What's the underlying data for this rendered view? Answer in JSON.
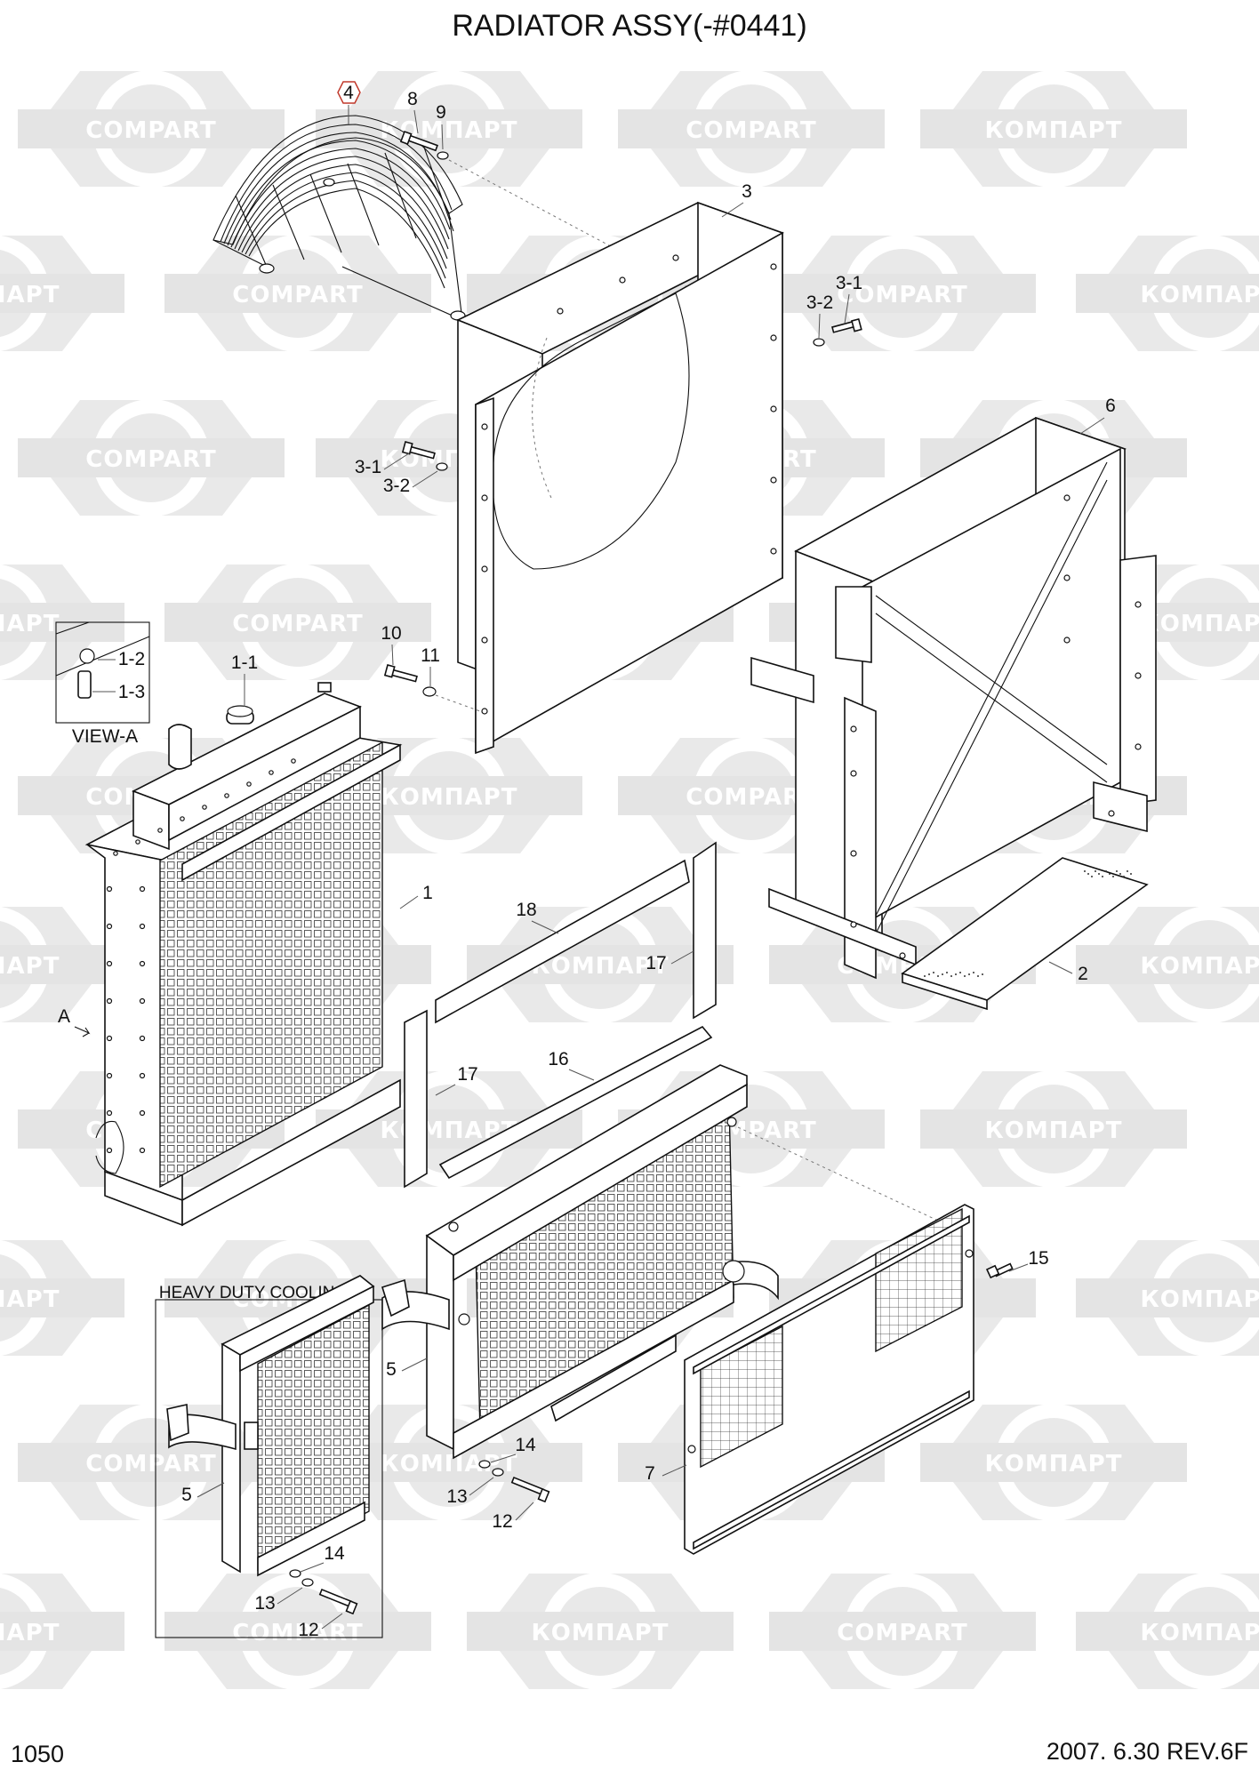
{
  "title": "RADIATOR ASSY(-#0441)",
  "page_number": "1050",
  "revision": "2007. 6.30 REV.6F",
  "watermark": {
    "brand_latin": "COMPART",
    "brand_cyrillic": "КОМПАРТ"
  },
  "view_label": "VIEW-A",
  "view_arrow_label": "A",
  "inset_label": "HEAVY DUTY COOLING",
  "callouts": {
    "c4": "4",
    "c8": "8",
    "c9": "9",
    "c3": "3",
    "c3_1_top": "3-1",
    "c3_2_top": "3-2",
    "c3_1_left": "3-1",
    "c3_2_left": "3-2",
    "c6": "6",
    "c1_2": "1-2",
    "c1_3": "1-3",
    "c1_1": "1-1",
    "c10": "10",
    "c11": "11",
    "c1": "1",
    "c18": "18",
    "c17_right": "17",
    "c2": "2",
    "c17_left": "17",
    "c16": "16",
    "c15": "15",
    "c5_main": "5",
    "c14_main": "14",
    "c13_main": "13",
    "c12_main": "12",
    "c7": "7",
    "c5_inset": "5",
    "c14_inset": "14",
    "c13_inset": "13",
    "c12_inset": "12"
  }
}
